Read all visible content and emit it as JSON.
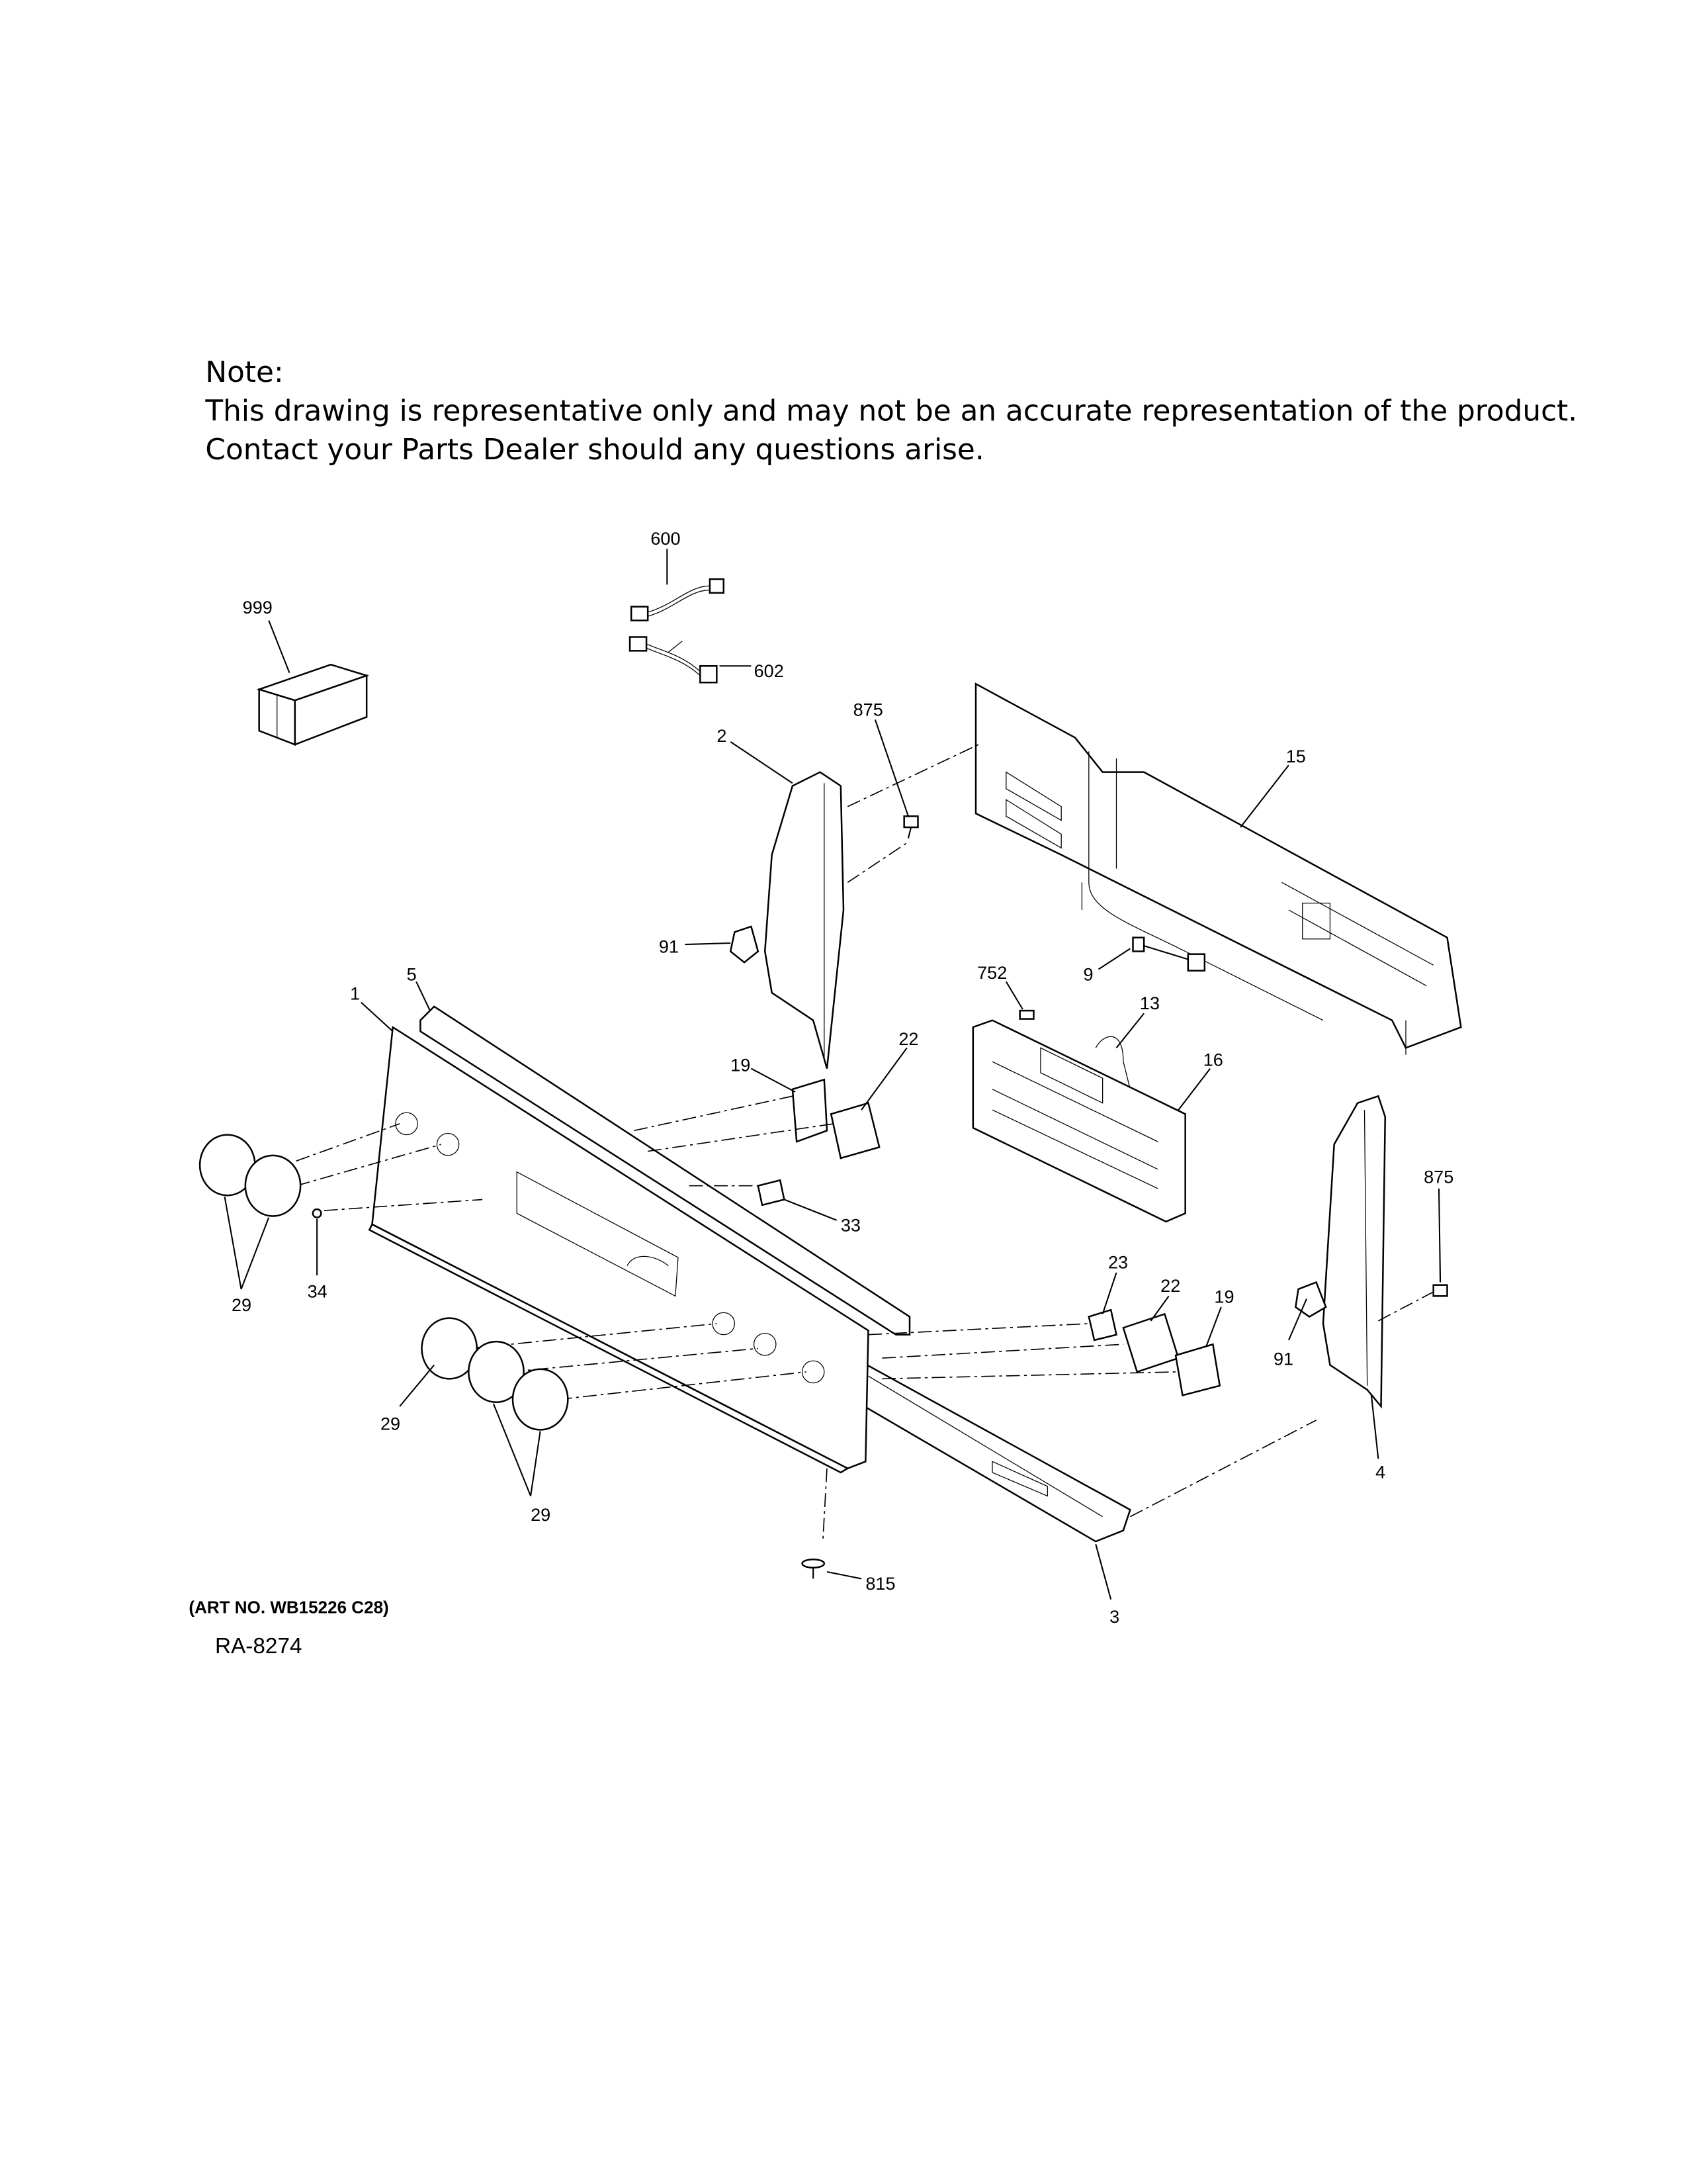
{
  "note": {
    "heading": "Note:",
    "line1": "This drawing is representative only and may not be an accurate representation of the product.",
    "line2": "Contact your Parts Dealer should any questions arise."
  },
  "callouts": {
    "c600": "600",
    "c602": "602",
    "c999": "999",
    "c875a": "875",
    "c2": "2",
    "c15": "15",
    "c91a": "91",
    "c752": "752",
    "c9": "9",
    "c13": "13",
    "c1": "1",
    "c5": "5",
    "c19a": "19",
    "c22a": "22",
    "c16": "16",
    "c33": "33",
    "c875b": "875",
    "c29a": "29",
    "c34": "34",
    "c23": "23",
    "c22b": "22",
    "c19b": "19",
    "c91b": "91",
    "c4": "4",
    "c29b": "29",
    "c29c": "29",
    "c815": "815",
    "c3": "3"
  },
  "footer": {
    "art_no": "(ART NO. WB15226 C28)",
    "ref": "RA-8274"
  }
}
